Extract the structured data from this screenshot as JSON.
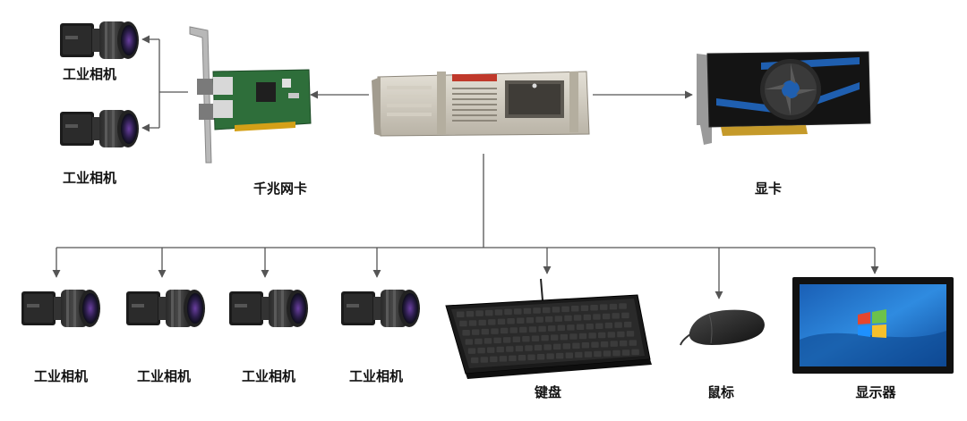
{
  "labels": {
    "camera_top_1": "工业相机",
    "camera_top_2": "工业相机",
    "nic": "千兆网卡",
    "gpu": "显卡",
    "camera_bottom_1": "工业相机",
    "camera_bottom_2": "工业相机",
    "camera_bottom_3": "工业相机",
    "camera_bottom_4": "工业相机",
    "keyboard": "键盘",
    "mouse": "鼠标",
    "monitor": "显示器"
  },
  "colors": {
    "line": "#555555",
    "text": "#111111",
    "pc_body": "#c9c4b8",
    "pc_brand": "#c0392b",
    "pcb_green": "#2e6e3a",
    "gpu_accent": "#1f5fb0",
    "monitor_screen": "#1c6fc4"
  },
  "icons": {
    "pc": "industrial-pc-icon",
    "nic": "network-card-icon",
    "gpu": "graphics-card-icon",
    "camera": "industrial-camera-icon",
    "keyboard": "keyboard-icon",
    "mouse": "mouse-icon",
    "monitor": "monitor-icon"
  }
}
